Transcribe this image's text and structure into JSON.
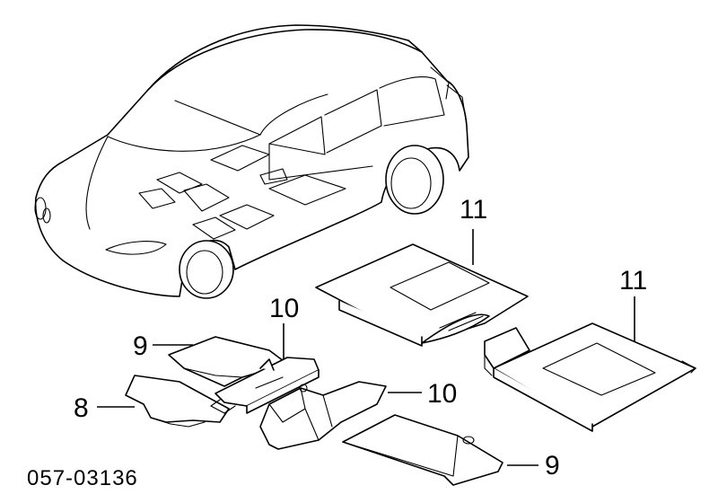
{
  "diagram": {
    "catalog_number": "057-03136",
    "callouts": [
      {
        "id": "c11a",
        "label": "11"
      },
      {
        "id": "c11b",
        "label": "11"
      },
      {
        "id": "c10a",
        "label": "10"
      },
      {
        "id": "c10b",
        "label": "10"
      },
      {
        "id": "c9a",
        "label": "9"
      },
      {
        "id": "c9b",
        "label": "9"
      },
      {
        "id": "c8",
        "label": "8"
      }
    ]
  }
}
